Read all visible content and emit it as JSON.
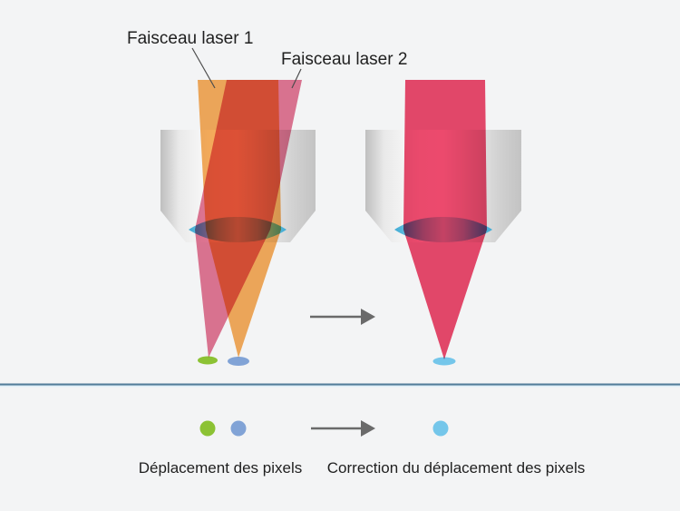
{
  "diagram": {
    "label_laser1": "Faisceau laser 1",
    "label_laser2": "Faisceau laser 2",
    "legend_displacement": "Déplacement des pixels",
    "legend_correction": "Correction du déplacement des pixels"
  },
  "icons": {
    "transform_arrow": "right-arrow",
    "legend_arrow": "right-arrow"
  },
  "colors": {
    "background": "#f3f4f5",
    "beam1_orange": "#f7ad5c",
    "beam2_pink": "#e37795",
    "beam_corrected": "#ec4a6d",
    "lens_edge": "#3fabd4",
    "lens_center": "#d5e4ea",
    "housing_edge": "#bfbfbf",
    "housing_center": "#ffffff",
    "dot_green": "#8cc234",
    "dot_blue": "#81a3d6",
    "dot_lightblue": "#74c6ea",
    "arrow": "#6a6a6a",
    "divider": "#517c99",
    "divider_glow": "#dceef7",
    "text": "#1f1f1f",
    "leader_line": "#4d4d4d"
  }
}
